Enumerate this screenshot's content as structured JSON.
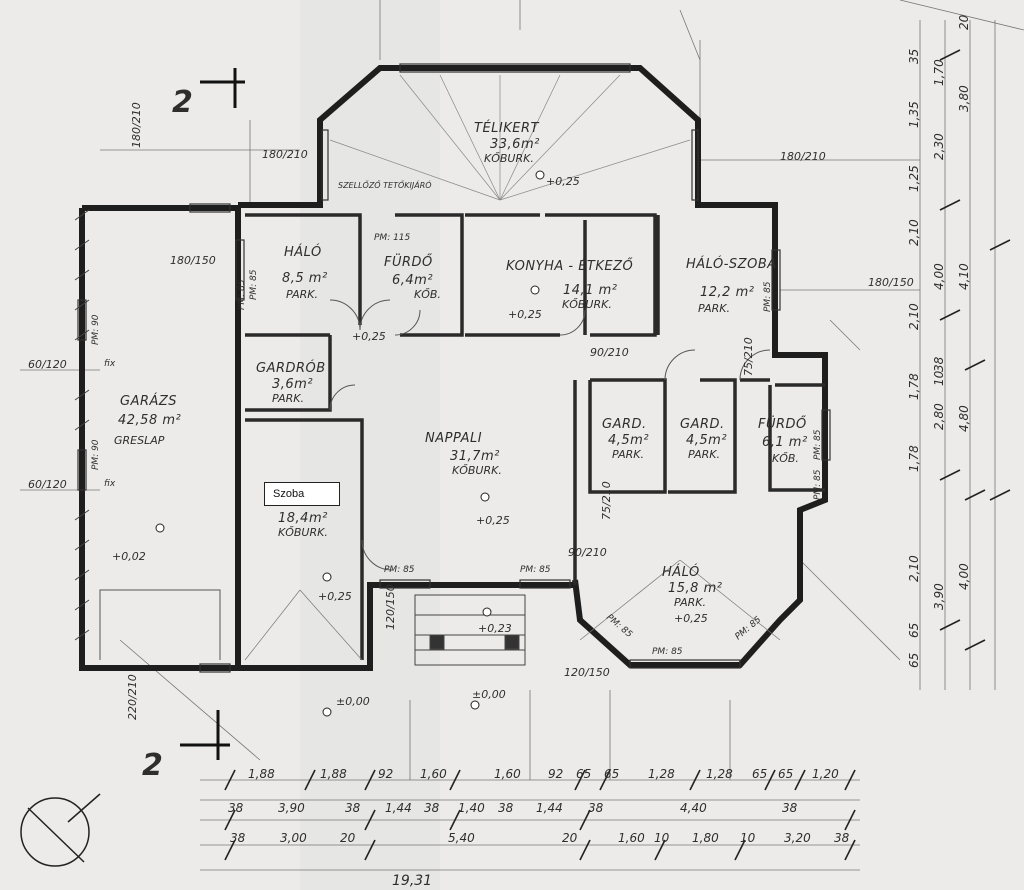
{
  "overlay_label": "Szoba",
  "section_marks": [
    "2",
    "2"
  ],
  "rooms": [
    {
      "name": "TÉLIKERT",
      "area": "33,6m²",
      "floor": "KŐBURK."
    },
    {
      "name": "HÁLÓ",
      "area": "8,5 m²",
      "floor": "PARK."
    },
    {
      "name": "FÜRDŐ",
      "area": "6,4m²",
      "floor": "KŐB."
    },
    {
      "name": "KONYHA - ÉTKEZŐ",
      "area": "14,1 m²",
      "floor": "KŐBURK."
    },
    {
      "name": "HÁLÓ-SZOBA",
      "area": "12,2 m²",
      "floor": "PARK."
    },
    {
      "name": "GARDRÓB",
      "area": "3,6m²",
      "floor": "PARK."
    },
    {
      "name": "GARÁZS",
      "area": "42,58 m²",
      "floor": "GRESLAP"
    },
    {
      "name": "NAPPALI",
      "area": "31,7m²",
      "floor": "KŐBURK."
    },
    {
      "name": "GARD.",
      "area": "4,5m²",
      "floor": "PARK."
    },
    {
      "name": "GARD.",
      "area": "4,5m²",
      "floor": "PARK."
    },
    {
      "name": "FÜRDŐ",
      "area": "6,1 m²",
      "floor": "KŐB."
    },
    {
      "name": "",
      "area": "18,4m²",
      "floor": "KŐBURK."
    },
    {
      "name": "HÁLÓ",
      "area": "15,8 m²",
      "floor": "PARK."
    }
  ],
  "levels": [
    "+0,25",
    "+0,25",
    "+0,25",
    "+0,25",
    "+0,25",
    "+0,25",
    "+0,23",
    "+0,02",
    "±0,00",
    "±0,00"
  ],
  "openings": [
    "PM: 85",
    "PM: 115",
    "PM: 85",
    "PM: 85",
    "PM: 85",
    "PM: 85",
    "PM: 85",
    "PM: 85",
    "PM: 85",
    "PM: 90",
    "PM: 90",
    "PM: 85",
    "PM: 85"
  ],
  "window_sizes": [
    "180/210",
    "180/210",
    "180/150",
    "180/150",
    "180/210",
    "60/120",
    "60/120",
    "90/210",
    "90/210",
    "75/210",
    "75/210",
    "120/150",
    "120/150",
    "220/210"
  ],
  "fix_labels": [
    "fix",
    "fix"
  ],
  "stair_label": "SZELLŐZŐ TETŐKIJÁRÓ",
  "dimensions": {
    "row1": [
      "1,88",
      "1,88",
      "92",
      "1,60",
      "1,60",
      "92",
      "65",
      "65",
      "1,28",
      "1,28",
      "65",
      "65",
      "1,20"
    ],
    "row2": [
      "38",
      "3,90",
      "38",
      "1,44",
      "38",
      "1,40",
      "38",
      "1,44",
      "38",
      "4,40",
      "38"
    ],
    "row3": [
      "38",
      "3,00",
      "20",
      "5,40",
      "20",
      "1,60",
      "10",
      "1,80",
      "10",
      "3,20",
      "38"
    ],
    "total": "19,31",
    "right_col1": [
      "35",
      "1,35",
      "1,25",
      "2,10",
      "2,10",
      "1,78",
      "1,78",
      "2,10",
      "65",
      "65"
    ],
    "right_col2": [
      "1,70",
      "2,30",
      "4,00",
      "2,80",
      "3,90",
      "38",
      "10"
    ],
    "right_col3": [
      "20",
      "3,80",
      "4,10",
      "4,80",
      "4,00"
    ]
  }
}
